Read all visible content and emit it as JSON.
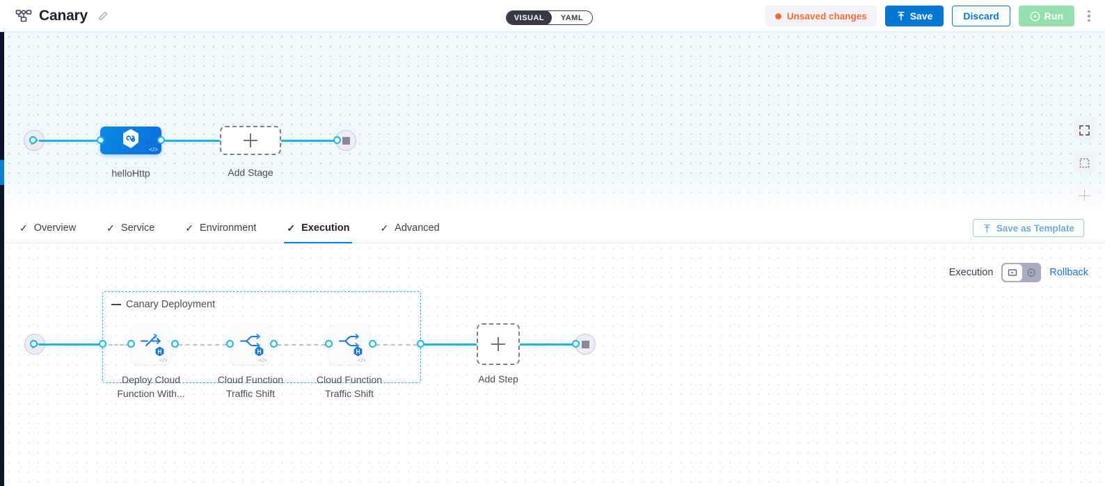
{
  "header": {
    "pipeline_icon": "pipeline-nodes-icon",
    "title": "Canary",
    "edit_icon": "pencil-icon",
    "mode_toggle": {
      "visual_label": "VISUAL",
      "yaml_label": "YAML",
      "selected": "VISUAL"
    },
    "unsaved_label": "Unsaved changes",
    "save_label": "Save",
    "discard_label": "Discard",
    "run_label": "Run",
    "more_icon": "kebab-menu-icon",
    "accent_blue": "#0278d4",
    "unsaved_orange": "#ff6b35",
    "run_green": "#93dfae"
  },
  "top_canvas": {
    "start_node": "start-play-icon",
    "end_node": "end-stop-icon",
    "stage": {
      "label": "helloHttp",
      "icon": "cloud-function-hexagon-icon",
      "code_badge": "</>"
    },
    "add_stage": {
      "label": "Add Stage",
      "icon": "plus-icon"
    },
    "controls": {
      "fit_icon": "fit-to-screen-icon",
      "select_icon": "marquee-select-icon",
      "zoom_in_icon": "zoom-in-icon",
      "zoom_out_icon": "zoom-out-icon"
    }
  },
  "tabs": [
    {
      "label": "Overview",
      "checked": true,
      "active": false
    },
    {
      "label": "Service",
      "checked": true,
      "active": false
    },
    {
      "label": "Environment",
      "checked": true,
      "active": false
    },
    {
      "label": "Execution",
      "checked": true,
      "active": true
    },
    {
      "label": "Advanced",
      "checked": true,
      "active": false
    }
  ],
  "save_as_template": {
    "label": "Save as Template",
    "icon": "upload-template-icon"
  },
  "execution": {
    "label": "Execution",
    "toggle": {
      "selected_icon": "execution-steps-icon",
      "other_icon": "rollback-steps-icon"
    },
    "rollback_label": "Rollback"
  },
  "bottom_canvas": {
    "start_node": "start-play-icon",
    "end_node": "end-stop-icon",
    "group": {
      "title": "Canary Deployment"
    },
    "steps": [
      {
        "label_line1": "Deploy Cloud",
        "label_line2": "Function With...",
        "icon": "deploy-slider-icon",
        "badge": "harness-badge-icon",
        "code_badge": "</>"
      },
      {
        "label_line1": "Cloud Function",
        "label_line2": "Traffic Shift",
        "icon": "traffic-shift-icon",
        "badge": "harness-badge-icon",
        "code_badge": "</>"
      },
      {
        "label_line1": "Cloud Function",
        "label_line2": "Traffic Shift",
        "icon": "traffic-shift-icon",
        "badge": "harness-badge-icon",
        "code_badge": "</>"
      }
    ],
    "add_step": {
      "label": "Add Step",
      "icon": "plus-icon"
    }
  }
}
